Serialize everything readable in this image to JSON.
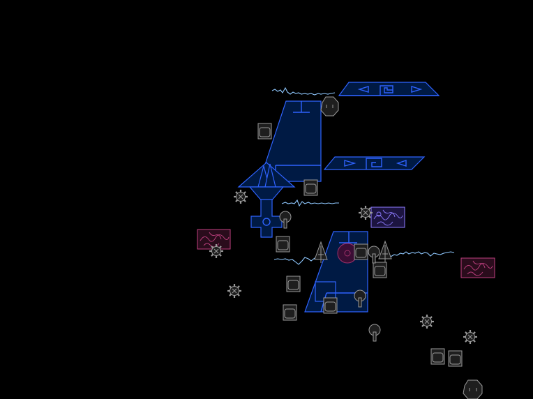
{
  "scene": {
    "background": "#000000",
    "palette": {
      "structure": "#2f63ff",
      "structure_fill": "#001a44",
      "energy_wave": "#8fc8ff",
      "neutral_object": "#9a9a9a",
      "hazard_panel": "#c04080",
      "special_panel": "#8e7cff"
    },
    "object_kinds": [
      "crate",
      "gear",
      "hex-pod",
      "mushroom-post",
      "pine-tree",
      "energy-wave",
      "hazard-panel",
      "portal-panel"
    ]
  }
}
